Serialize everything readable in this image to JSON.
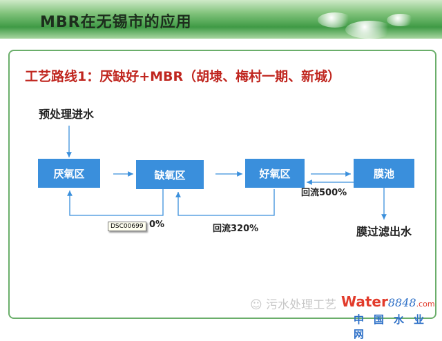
{
  "header": {
    "title": "MBR在无锡市的应用"
  },
  "subtitle": "工艺路线1：厌缺好+MBR（胡埭、梅村一期、新城）",
  "flow": {
    "inlet": "预处理进水",
    "boxes": [
      "厌氧区",
      "缺氧区",
      "好氧区",
      "膜池"
    ],
    "reflux_1_visible": "0%",
    "reflux_2": "回流320%",
    "reflux_3": "回流500%",
    "outlet": "膜过滤出水"
  },
  "tooltip": "DSC00699",
  "watermark": "污水处理工艺",
  "brand": {
    "name": "Water",
    "num": "8848",
    "com": ".com",
    "cn": "中国水业网"
  },
  "colors": {
    "box": "#3a8fdc",
    "subtitle": "#c0261f",
    "frame": "#6aae6a"
  }
}
